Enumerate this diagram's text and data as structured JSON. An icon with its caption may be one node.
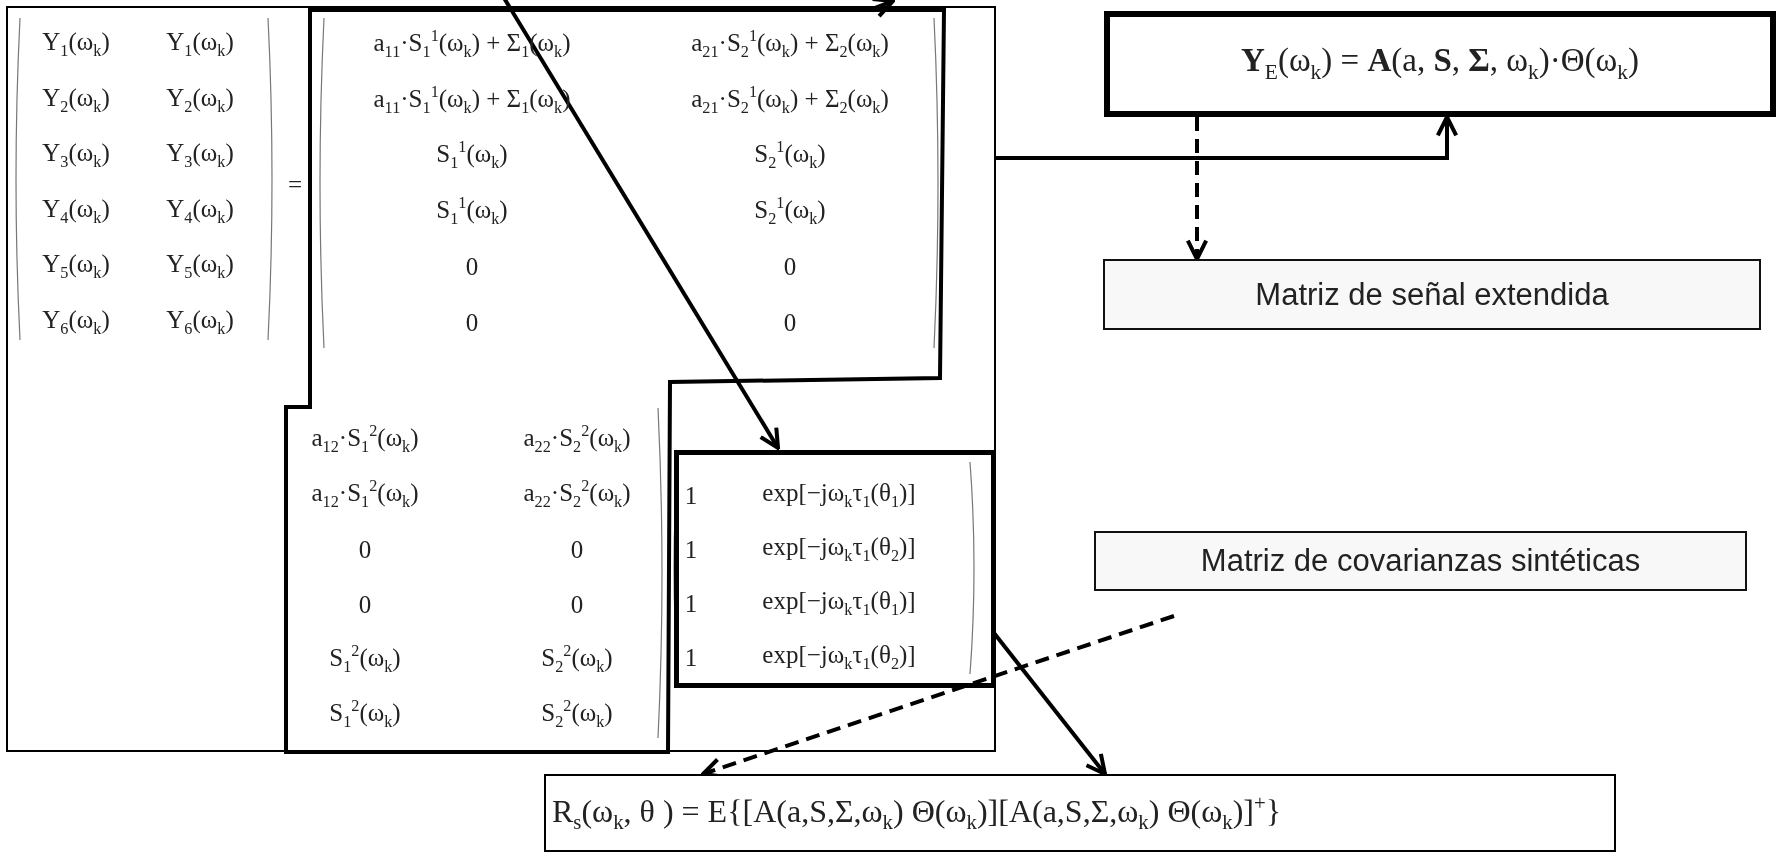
{
  "diagram": {
    "nodes": [
      {
        "text": [],
        "shape": "box"
      },
      {
        "text": [
          "a$_{11}$·S$_{1}$$^{1}$(ω$_{k}$) + Σ$_{1}$(ω$_{k}$)",
          "a$_{21}$·S$_{2}$$^{1}$(ω$_{k}$) + Σ$_{2}$(ω$_{k}$)",
          "a$_{11}$·S$_{1}$$^{1}$(ω$_{k}$) + Σ$_{1}$(ω$_{k}$)",
          "a$_{21}$·S$_{2}$$^{1}$(ω$_{k}$) + Σ$_{2}$(ω$_{k}$)",
          "S$_{1}$$^{1}$(ω$_{k}$)",
          "S$_{2}$$^{1}$(ω$_{k}$)",
          "S$_{1}$$^{1}$(ω$_{k}$)",
          "S$_{2}$$^{1}$(ω$_{k}$)",
          "0",
          "0",
          "0",
          "0",
          "a$_{12}$·S$_{1}$$^{2}$(ω$_{k}$)",
          "a$_{22}$·S$_{2}$$^{2}$(ω$_{k}$)",
          "a$_{12}$·S$_{1}$$^{2}$(ω$_{k}$)",
          "a$_{22}$·S$_{2}$$^{2}$(ω$_{k}$)",
          "0",
          "0",
          "0",
          "0",
          "S$_{1}$$^{2}$(ω$_{k}$)",
          "S$_{2}$$^{2}$(ω$_{k}$)",
          "S$_{1}$$^{2}$(ω$_{k}$)",
          "S$_{2}$$^{2}$(ω$_{k}$)"
        ],
        "in": 0
      },
      {
        "text": [
          "1",
          "exp[−jω$_{k}$τ$_{1}$(θ$_{1}$)]",
          "1",
          "exp[−jω$_{k}$τ$_{1}$(θ$_{2}$)]",
          "1",
          "exp[−jω$_{k}$τ$_{1}$(θ$_{1}$)]",
          "1",
          "exp[−jω$_{k}$τ$_{1}$(θ$_{2}$)]"
        ],
        "in": 0
      },
      {
        "text": [
          "**Y**$_{E}$(ω$_{k}$) = **A**(a, **S**, **Σ**, ω$_{k}$)·Θ(ω$_{k}$)"
        ]
      },
      {
        "text": [
          "Matriz de señal extendida"
        ]
      },
      {
        "text": [
          "Matriz de covarianzas sintéticas"
        ]
      },
      {
        "text": [
          "R$_{s}$(ω$_{k}$, θ ) = E{[A(a,S,Σ,ω$_{k}$) Θ(ω$_{k}$)][A(a,S,Σ,ω$_{k}$) Θ(ω$_{k}$)]$^{+}$}"
        ]
      }
    ],
    "edges": [
      {
        "from": null,
        "to": 2,
        "arrow": "to"
      },
      {
        "from": 0,
        "to": 3,
        "arrow": "to"
      },
      {
        "from": 3,
        "to": 4,
        "arrow": "to",
        "style": "dashed"
      },
      {
        "from": null,
        "to": 6,
        "arrow": "to",
        "style": "dashed"
      },
      {
        "from": 2,
        "to": 6,
        "arrow": "to"
      }
    ],
    "labels": [
      "Y$_{1}$(ω$_{k}$)",
      "Y$_{1}$(ω$_{k}$)",
      "Y$_{2}$(ω$_{k}$)",
      "Y$_{2}$(ω$_{k}$)",
      "Y$_{3}$(ω$_{k}$)",
      "Y$_{3}$(ω$_{k}$)",
      "Y$_{4}$(ω$_{k}$)",
      "Y$_{4}$(ω$_{k}$)",
      "Y$_{5}$(ω$_{k}$)",
      "Y$_{5}$(ω$_{k}$)",
      "Y$_{6}$(ω$_{k}$)",
      "Y$_{6}$(ω$_{k}$)",
      "="
    ]
  }
}
